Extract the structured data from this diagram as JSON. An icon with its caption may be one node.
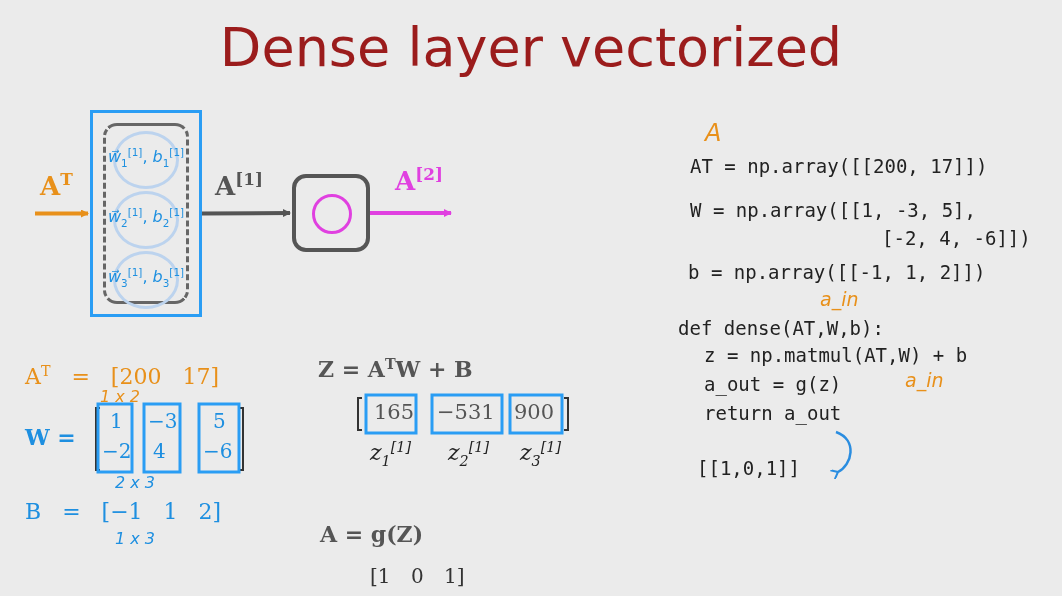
{
  "diagram": {
    "title": "Dense layer vectorized",
    "nodes": [
      {
        "text": [],
        "shape": "box"
      },
      {
        "text": [
          "*w⃗*$_{1}$$^{[1]}$, *b*$_{1}$$^{[1]}$"
        ],
        "in": 0
      },
      {
        "text": [
          "*w⃗*$_{2}$$^{[1]}$, *b*$_{2}$$^{[1]}$"
        ],
        "in": 0
      },
      {
        "text": [
          "*w⃗*$_{3}$$^{[1]}$, *b*$_{3}$$^{[1]}$"
        ],
        "in": 0
      },
      {
        "text": [],
        "shape": "box"
      },
      {
        "text": [],
        "shape": "circle",
        "in": 4
      }
    ],
    "edges": [
      {
        "from": null,
        "to": 0,
        "arrow": "to",
        "label": "A$^{T}$",
        "color": "#e8901a"
      },
      {
        "from": 0,
        "to": 4,
        "arrow": "to",
        "label": "A$^{[1]}$",
        "color": "#555555"
      },
      {
        "from": 4,
        "to": null,
        "arrow": "to",
        "label": "A$^{[2]}$",
        "color": "#e040e0"
      }
    ],
    "labels": [
      "A$^{T}$ = [200 17]",
      "1 x 2",
      "W =",
      "1",
      "−2",
      "−3",
      "4",
      "5",
      "−6",
      "2 x 3",
      "B = [−1 1 2]",
      "1 x 3",
      "Z = A$^{T}$W + B",
      "165",
      "−531",
      "900",
      "z$_{1}$$^{[1]}$",
      "z$_{2}$$^{[1]}$",
      "z$_{3}$$^{[1]}$",
      "A = g(Z)",
      "[1 0 1]",
      "A",
      "AT = np.array([[200, 17]])",
      "W = np.array([[1, -3, 5],",
      "[-2, 4, -6]])",
      "b = np.array([[-1, 1, 2]])",
      "a_in",
      "def dense(AT,W,b):",
      "z = np.matmul(AT,W) + b",
      "a_out = g(z)",
      "a_in",
      "return a_out",
      "[[1,0,1]]"
    ]
  }
}
